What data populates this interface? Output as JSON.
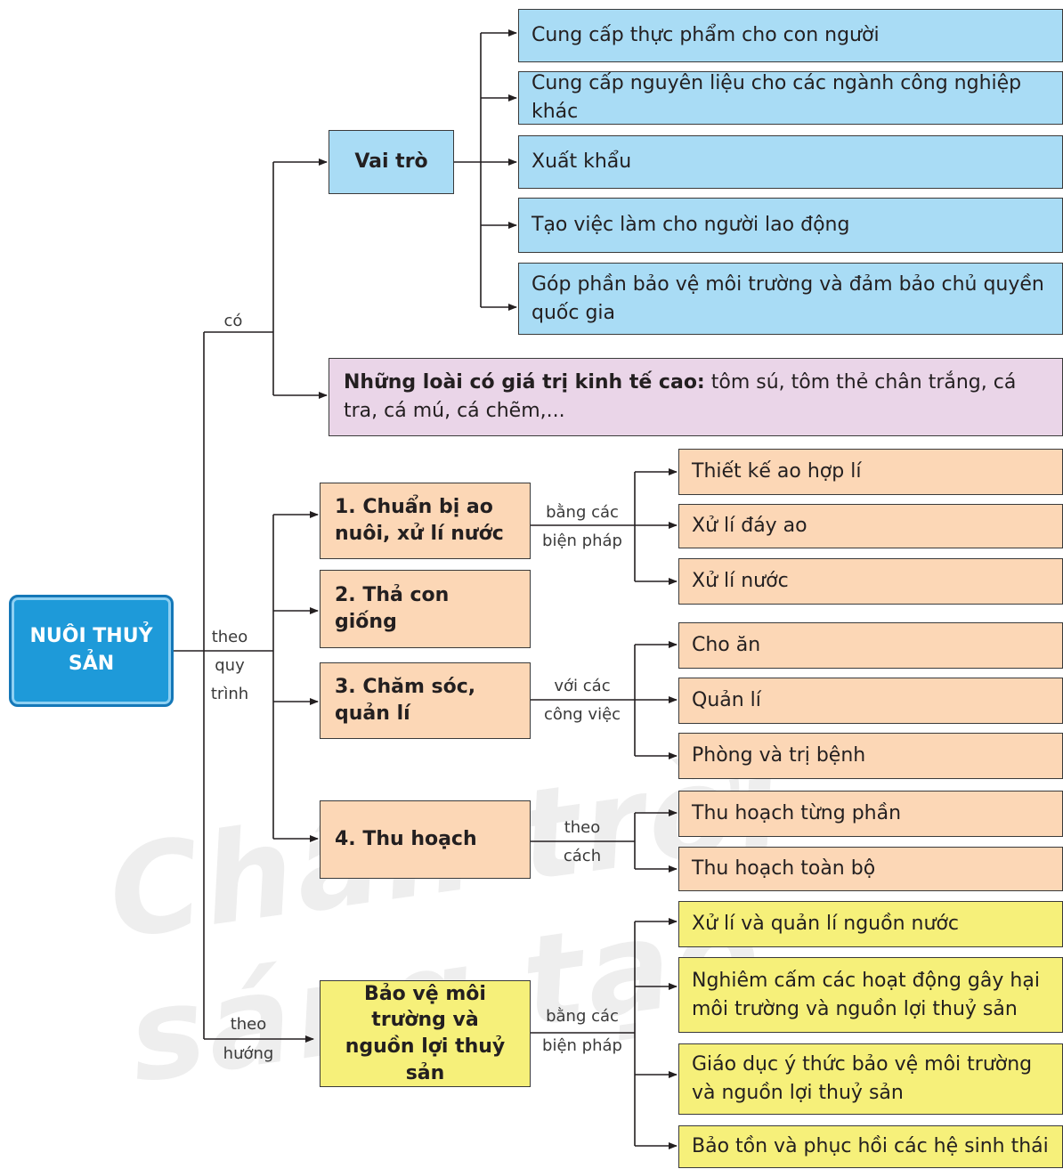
{
  "root": "NUÔI THUỶ SẢN",
  "watermark": "Chân trời sáng tạo",
  "labels": {
    "co": "có",
    "theo_quy_trinh": [
      "theo",
      "quy",
      "trình"
    ],
    "theo_huong": [
      "theo",
      "hướng"
    ],
    "bang_cac_bien_phap_1": [
      "bằng các",
      "biện pháp"
    ],
    "voi_cac_cong_viec": [
      "với các",
      "công việc"
    ],
    "theo_cach": [
      "theo",
      "cách"
    ],
    "bang_cac_bien_phap_2": [
      "bằng các",
      "biện pháp"
    ]
  },
  "vai_tro": {
    "title": "Vai trò",
    "items": [
      "Cung cấp thực phẩm cho con người",
      "Cung cấp nguyên liệu cho các ngành công nghiệp khác",
      "Xuất khẩu",
      "Tạo việc làm cho người lao động",
      "Góp phần bảo vệ môi trường và đảm bảo chủ quyền quốc gia"
    ]
  },
  "nhung_loai": {
    "bold": "Những loài có giá trị kinh tế cao:",
    "text": " tôm sú, tôm thẻ chân trắng, cá tra, cá mú, cá chẽm,..."
  },
  "quy_trinh": {
    "step1": "1. Chuẩn bị ao nuôi, xử lí nước",
    "step1_items": [
      "Thiết kế ao hợp lí",
      "Xử lí đáy ao",
      "Xử lí nước"
    ],
    "step2": "2. Thả con giống",
    "step3": "3. Chăm sóc, quản lí",
    "step3_items": [
      "Cho ăn",
      "Quản lí",
      "Phòng và trị bệnh"
    ],
    "step4": "4. Thu hoạch",
    "step4_items": [
      "Thu hoạch từng phần",
      "Thu hoạch toàn bộ"
    ]
  },
  "bao_ve": {
    "title": "Bảo vệ môi trường và nguồn lợi thuỷ sản",
    "items": [
      "Xử lí và quản lí nguồn nước",
      "Nghiêm cấm các hoạt động gây hại môi trường và nguồn lợi thuỷ sản",
      "Giáo dục ý thức bảo vệ môi trường và nguồn lợi thuỷ sản",
      "Bảo tồn và phục hồi các hệ sinh thái"
    ]
  },
  "colors": {
    "root": "#1e9ad9",
    "vai_tro": "#a9dcf5",
    "nhung_loai": "#ead5e8",
    "quy_trinh": "#fcd7b6",
    "bao_ve": "#f6f07a"
  }
}
